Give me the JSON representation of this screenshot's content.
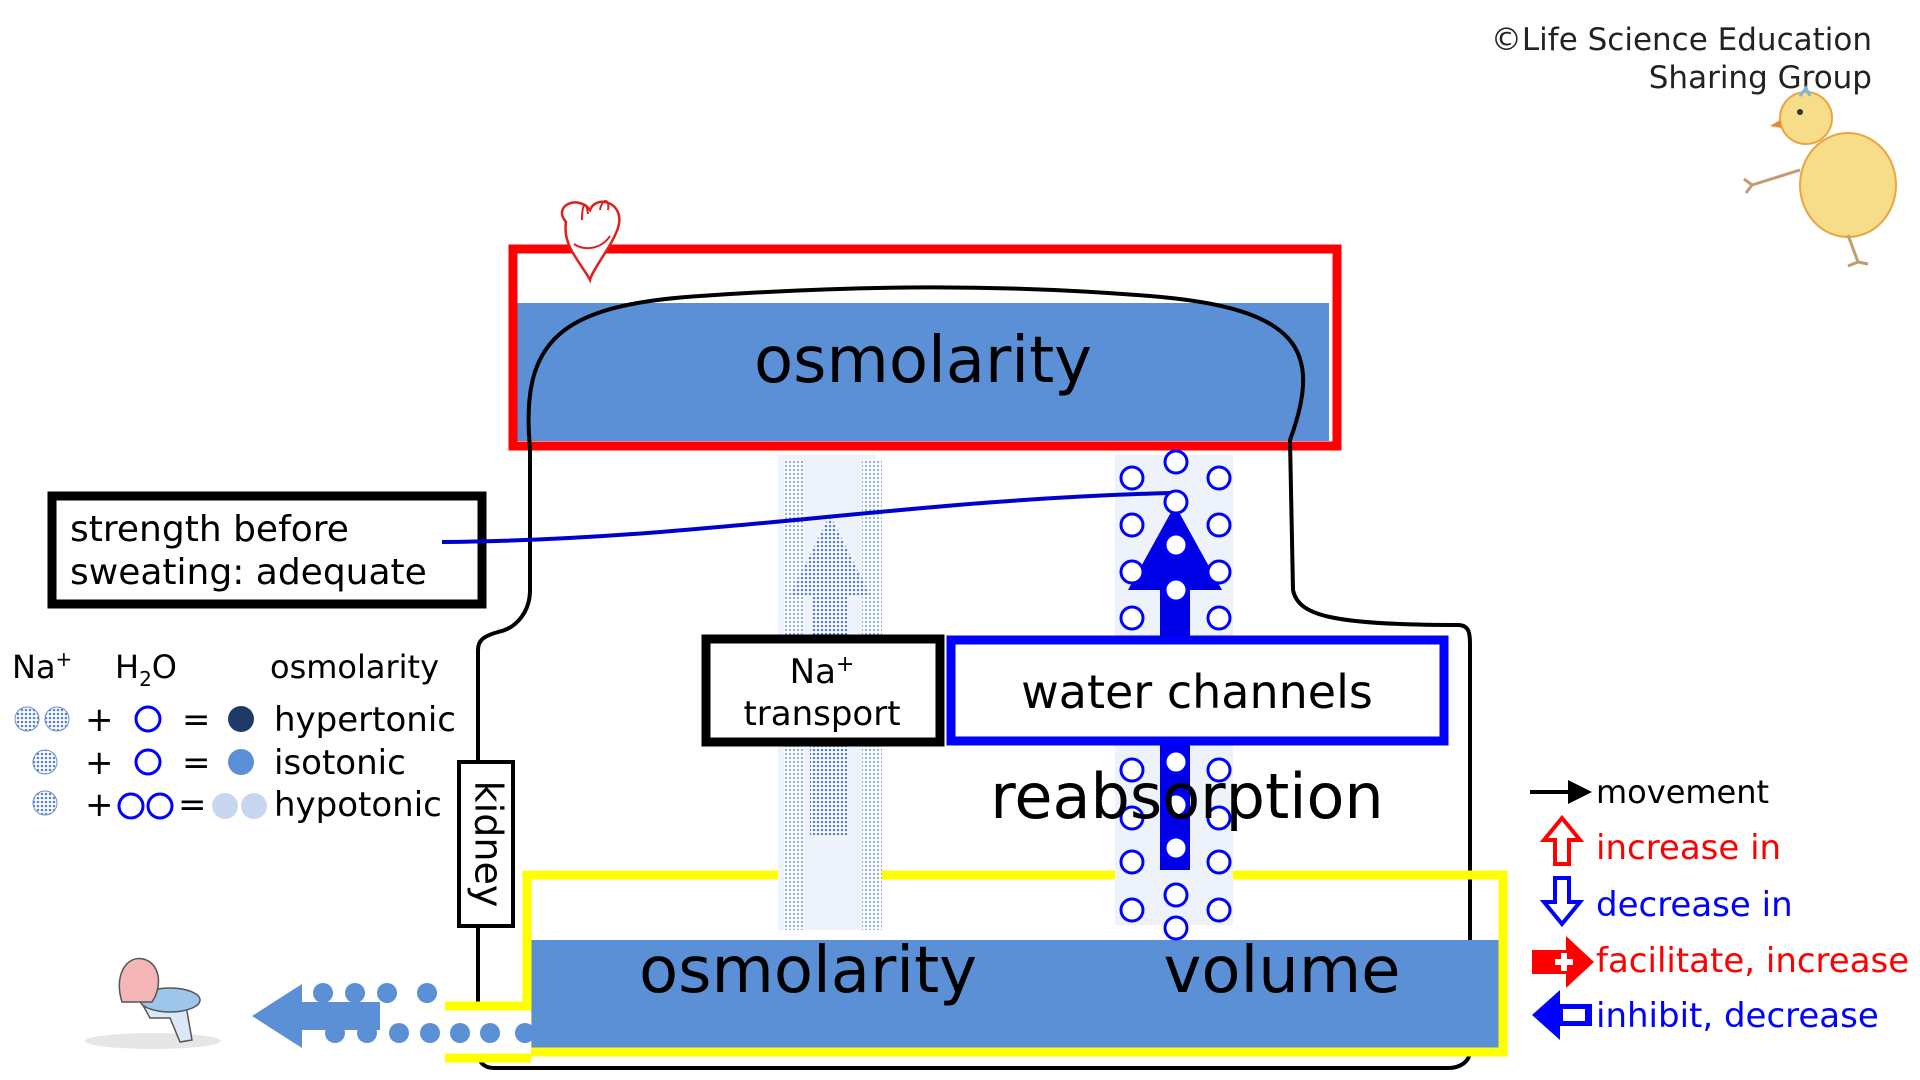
{
  "copyright": {
    "line1": "©Life Science Education",
    "line2": "Sharing Group"
  },
  "blood": {
    "osmolarity_label": "osmolarity"
  },
  "status_box": {
    "line1": "strength before",
    "line2": "sweating: adequate"
  },
  "na_transport": {
    "line1": "Na",
    "sup": "+",
    "line2": "transport"
  },
  "water_channels": {
    "label": "water channels"
  },
  "reabsorption": {
    "label": "reabsorption"
  },
  "kidney": {
    "label": "kidney"
  },
  "urine": {
    "osmolarity_label": "osmolarity",
    "volume_label": "volume"
  },
  "tonicity_legend": {
    "header_na": "Na",
    "header_na_sup": "+",
    "header_h2o_h": "H",
    "header_h2o_sub": "2",
    "header_h2o_o": "O",
    "header_osm": "osmolarity",
    "plus": "+",
    "equals": "=",
    "rows": [
      {
        "label": "hypertonic"
      },
      {
        "label": "isotonic"
      },
      {
        "label": "hypotonic"
      }
    ]
  },
  "arrow_legend": [
    {
      "label": "movement",
      "color": "#000000",
      "icon": "black-arrow-right"
    },
    {
      "label": "increase in",
      "color": "#ff0000",
      "icon": "red-outline-arrow-up"
    },
    {
      "label": "decrease in",
      "color": "#0000ff",
      "icon": "blue-outline-arrow-down"
    },
    {
      "label": "facilitate, increase",
      "color": "#ff0000",
      "icon": "red-plus-arrow-right"
    },
    {
      "label": "inhibit, decrease",
      "color": "#0000ff",
      "icon": "blue-arrow-left"
    }
  ],
  "colors": {
    "fluid_blue": "#5b8fd6",
    "heart_box_red": "#ff0000",
    "urine_box_yellow": "#ffff00",
    "channel_blue": "#0000ff",
    "na_dot": "#6b8fd0"
  }
}
